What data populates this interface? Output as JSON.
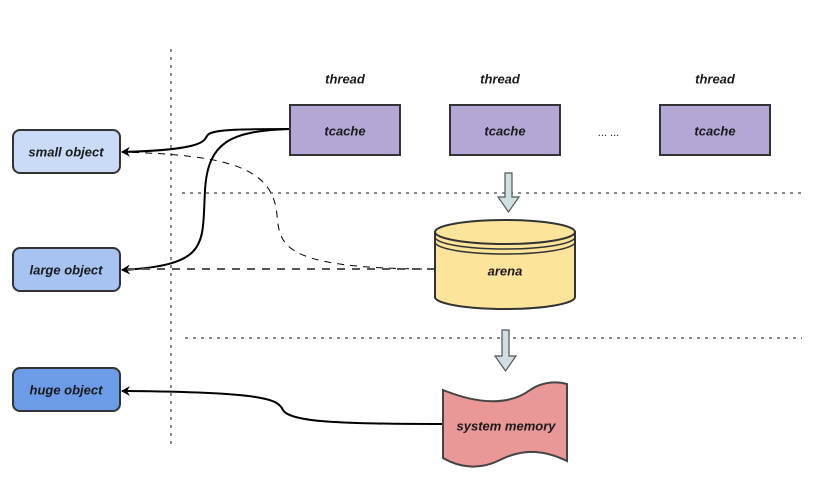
{
  "diagram": {
    "objects": [
      {
        "label": "small object",
        "fill": "#c9dbf6"
      },
      {
        "label": "large object",
        "fill": "#a6c3f2"
      },
      {
        "label": "huge object",
        "fill": "#6c9be8"
      }
    ],
    "threads": [
      {
        "thread_label": "thread",
        "cache_label": "tcache"
      },
      {
        "thread_label": "thread",
        "cache_label": "tcache"
      },
      {
        "thread_label": "thread",
        "cache_label": "tcache"
      }
    ],
    "ellipsis": "... ...",
    "arena": {
      "label": "arena",
      "fill": "#fde49b"
    },
    "system_memory": {
      "label": "system memory",
      "fill": "#ea9797"
    },
    "colors": {
      "tcache_fill": "#b4a7d6",
      "arrow_fill": "#cfdfe3",
      "stroke": "#333333",
      "separator": "#888888"
    }
  }
}
